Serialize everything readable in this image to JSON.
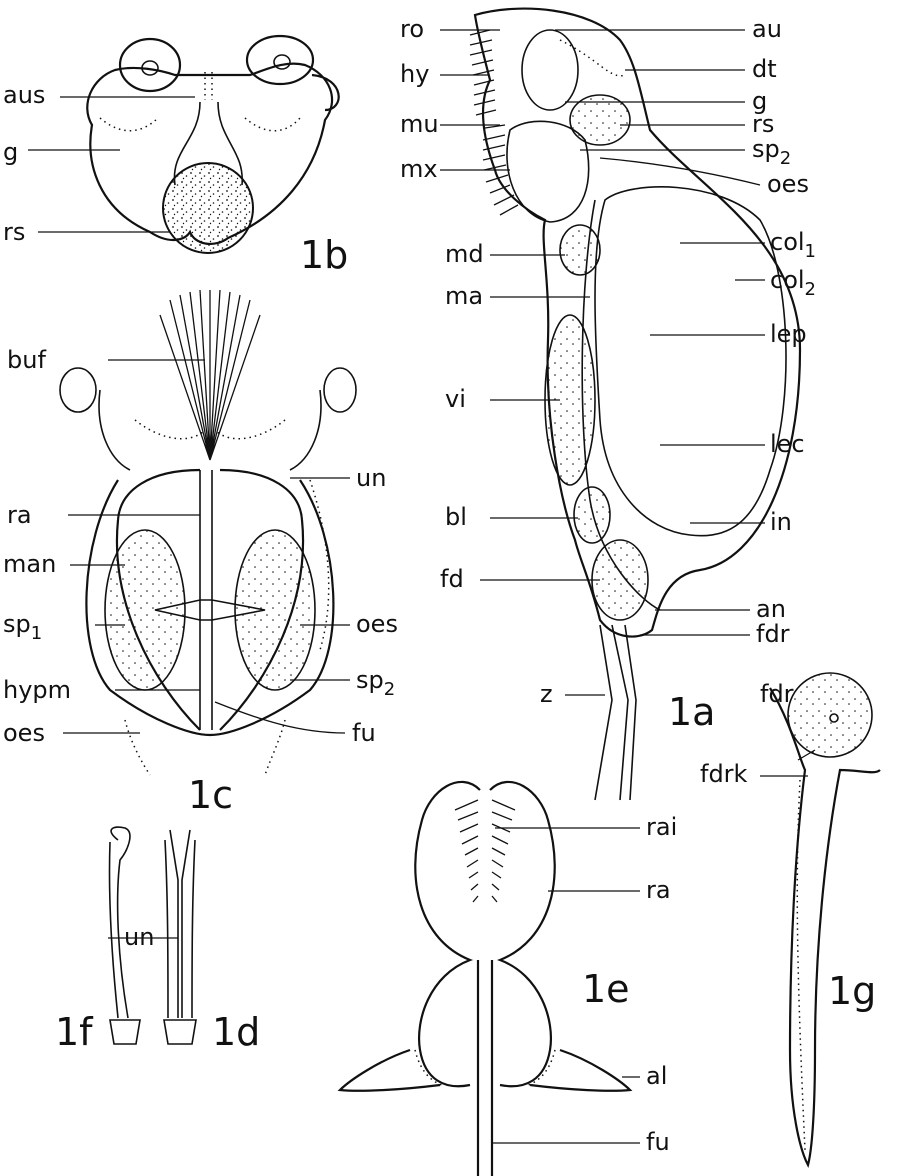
{
  "figure_labels": {
    "fig_1a": "1a",
    "fig_1b": "1b",
    "fig_1c": "1c",
    "fig_1d": "1d",
    "fig_1e": "1e",
    "fig_1f": "1f",
    "fig_1g": "1g"
  },
  "labels_1a": {
    "ro": "ro",
    "hy": "hy",
    "mu": "mu",
    "mx": "mx",
    "md": "md",
    "ma": "ma",
    "vi": "vi",
    "bl": "bl",
    "fd": "fd",
    "z": "z",
    "au": "au",
    "dt": "dt",
    "g": "g",
    "rs": "rs",
    "sp2_base": "sp",
    "sp2_sub": "2",
    "oes": "oes",
    "col1_base": "col",
    "col1_sub": "1",
    "col2_base": "col",
    "col2_sub": "2",
    "lep": "lep",
    "lec": "lec",
    "in": "in",
    "an": "an",
    "fdr": "fdr"
  },
  "labels_1b": {
    "aus": "aus",
    "g": "g",
    "rs": "rs"
  },
  "labels_1c": {
    "buf": "buf",
    "ra": "ra",
    "man": "man",
    "sp1_base": "sp",
    "sp1_sub": "1",
    "hypm": "hypm",
    "oes_left": "oes",
    "un": "un",
    "oes_right": "oes",
    "sp2_base": "sp",
    "sp2_sub": "2",
    "fu": "fu"
  },
  "labels_1d_1f": {
    "un": "un"
  },
  "labels_1e": {
    "rai": "rai",
    "ra": "ra",
    "al": "al",
    "fu": "fu"
  },
  "labels_1g": {
    "fdrk": "fdrk"
  }
}
